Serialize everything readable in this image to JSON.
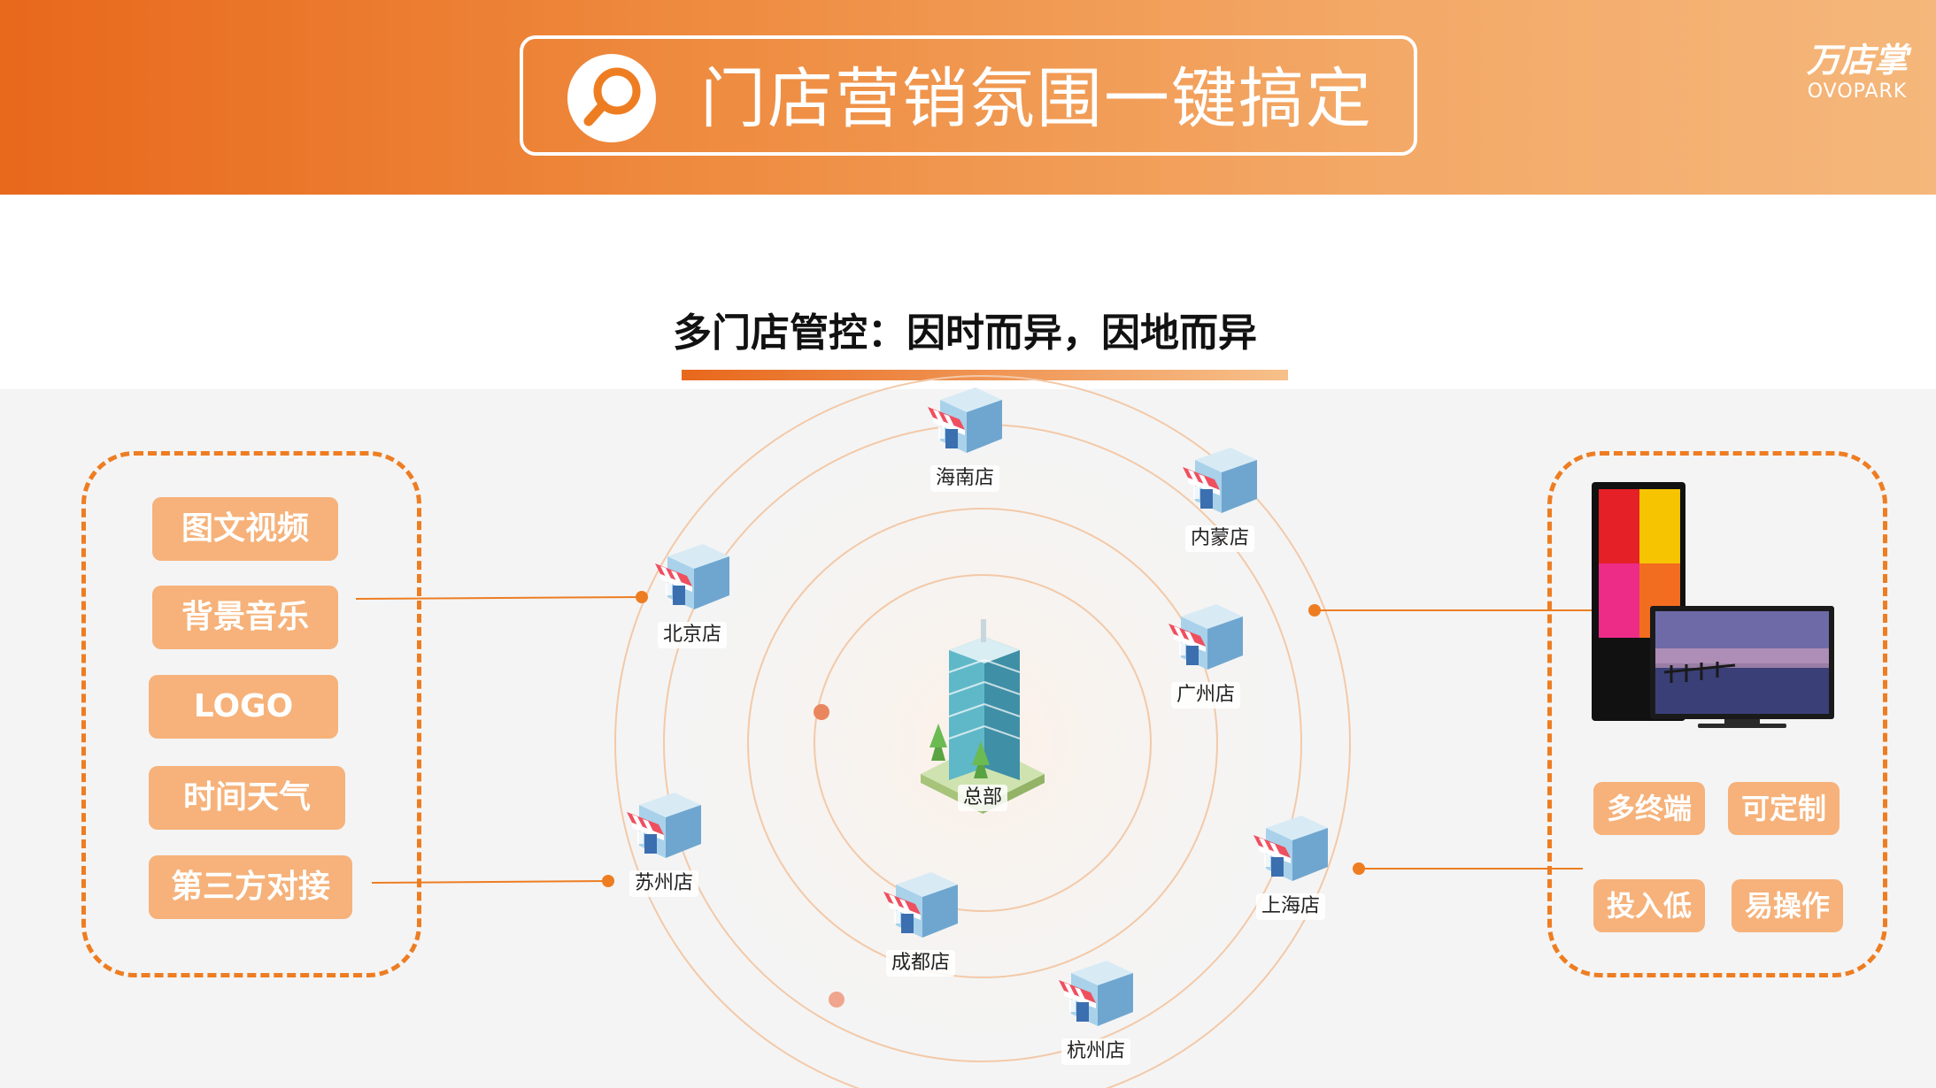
{
  "header": {
    "title": "门店营销氛围一键搞定",
    "logo_main": "万店掌",
    "logo_sub": "OVOPARK"
  },
  "subtitle": "多门店管控：因时而异，因地而异",
  "features": [
    "图文视频",
    "背景音乐",
    "LOGO",
    "时间天气",
    "第三方对接"
  ],
  "device_tags": [
    "多终端",
    "可定制",
    "投入低",
    "易操作"
  ],
  "hq_label": "总部",
  "stores": [
    "海南店",
    "内蒙店",
    "北京店",
    "广州店",
    "苏州店",
    "上海店",
    "成都店",
    "杭州店"
  ],
  "colors": {
    "accent": "#ee7d22",
    "pill": "#f6b27a",
    "ring": "#f3c9a8"
  },
  "icons": {
    "title": "magnifier-icon",
    "store": "storefront-icon",
    "hq": "office-building-icon"
  }
}
